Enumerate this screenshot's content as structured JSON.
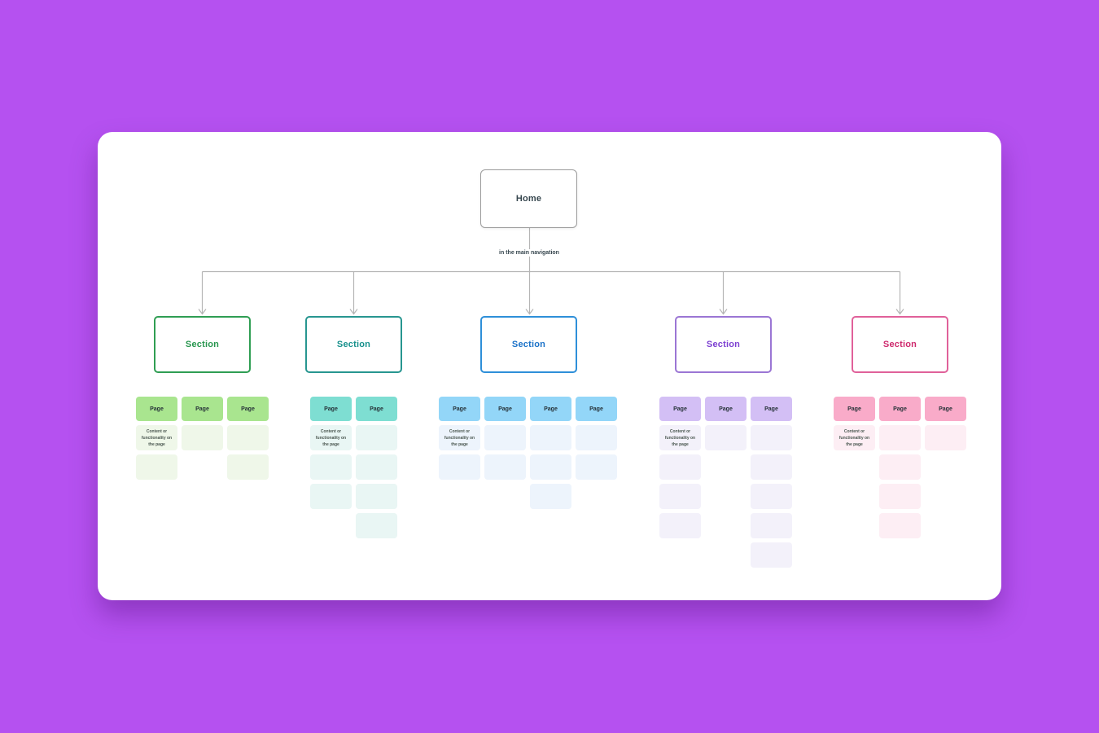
{
  "background_color": "#b551f0",
  "board_color": "#ffffff",
  "connector_color": "#b5b5b5",
  "home": {
    "label": "Home",
    "border_color": "#9c9c9c",
    "text_color": "#37474f"
  },
  "connector_label": "in the main navigation",
  "sections": [
    {
      "label": "Section",
      "border_color": "#2f9e53",
      "title_color": "#27964e",
      "page_color": "#a9e58f",
      "card_color": "#eff7e9",
      "columns": [
        {
          "header": "Page",
          "cards": [
            {
              "text": "Content or functionality on the page"
            },
            {
              "text": ""
            }
          ]
        },
        {
          "header": "Page",
          "cards": [
            {
              "text": ""
            }
          ]
        },
        {
          "header": "Page",
          "cards": [
            {
              "text": ""
            },
            {
              "text": ""
            }
          ]
        }
      ]
    },
    {
      "label": "Section",
      "border_color": "#279690",
      "title_color": "#17908c",
      "page_color": "#7eded2",
      "card_color": "#e9f6f4",
      "columns": [
        {
          "header": "Page",
          "cards": [
            {
              "text": "Content or functionality on the page"
            },
            {
              "text": ""
            },
            {
              "text": ""
            }
          ]
        },
        {
          "header": "Page",
          "cards": [
            {
              "text": ""
            },
            {
              "text": ""
            },
            {
              "text": ""
            },
            {
              "text": ""
            }
          ]
        }
      ]
    },
    {
      "label": "Section",
      "border_color": "#2e8fd9",
      "title_color": "#1b72c8",
      "page_color": "#93d6f8",
      "card_color": "#edf4fc",
      "columns": [
        {
          "header": "Page",
          "cards": [
            {
              "text": "Content or functionality on the page"
            },
            {
              "text": ""
            }
          ]
        },
        {
          "header": "Page",
          "cards": [
            {
              "text": ""
            },
            {
              "text": ""
            }
          ]
        },
        {
          "header": "Page",
          "cards": [
            {
              "text": ""
            },
            {
              "text": ""
            },
            {
              "text": ""
            }
          ]
        },
        {
          "header": "Page",
          "cards": [
            {
              "text": ""
            },
            {
              "text": ""
            }
          ]
        }
      ]
    },
    {
      "label": "Section",
      "border_color": "#9b76d4",
      "title_color": "#7c3fd1",
      "page_color": "#d3bff5",
      "card_color": "#f3f1fa",
      "columns": [
        {
          "header": "Page",
          "cards": [
            {
              "text": "Content or functionality on the page"
            },
            {
              "text": ""
            },
            {
              "text": ""
            },
            {
              "text": ""
            }
          ]
        },
        {
          "header": "Page",
          "cards": [
            {
              "text": ""
            }
          ]
        },
        {
          "header": "Page",
          "cards": [
            {
              "text": ""
            },
            {
              "text": ""
            },
            {
              "text": ""
            },
            {
              "text": ""
            },
            {
              "text": ""
            }
          ]
        }
      ]
    },
    {
      "label": "Section",
      "border_color": "#e0619a",
      "title_color": "#ce296d",
      "page_color": "#f9abc9",
      "card_color": "#fdeef4",
      "columns": [
        {
          "header": "Page",
          "cards": [
            {
              "text": "Content or functionality on the page"
            }
          ]
        },
        {
          "header": "Page",
          "cards": [
            {
              "text": ""
            },
            {
              "text": ""
            },
            {
              "text": ""
            },
            {
              "text": ""
            }
          ]
        },
        {
          "header": "Page",
          "cards": [
            {
              "text": ""
            }
          ]
        }
      ]
    }
  ]
}
